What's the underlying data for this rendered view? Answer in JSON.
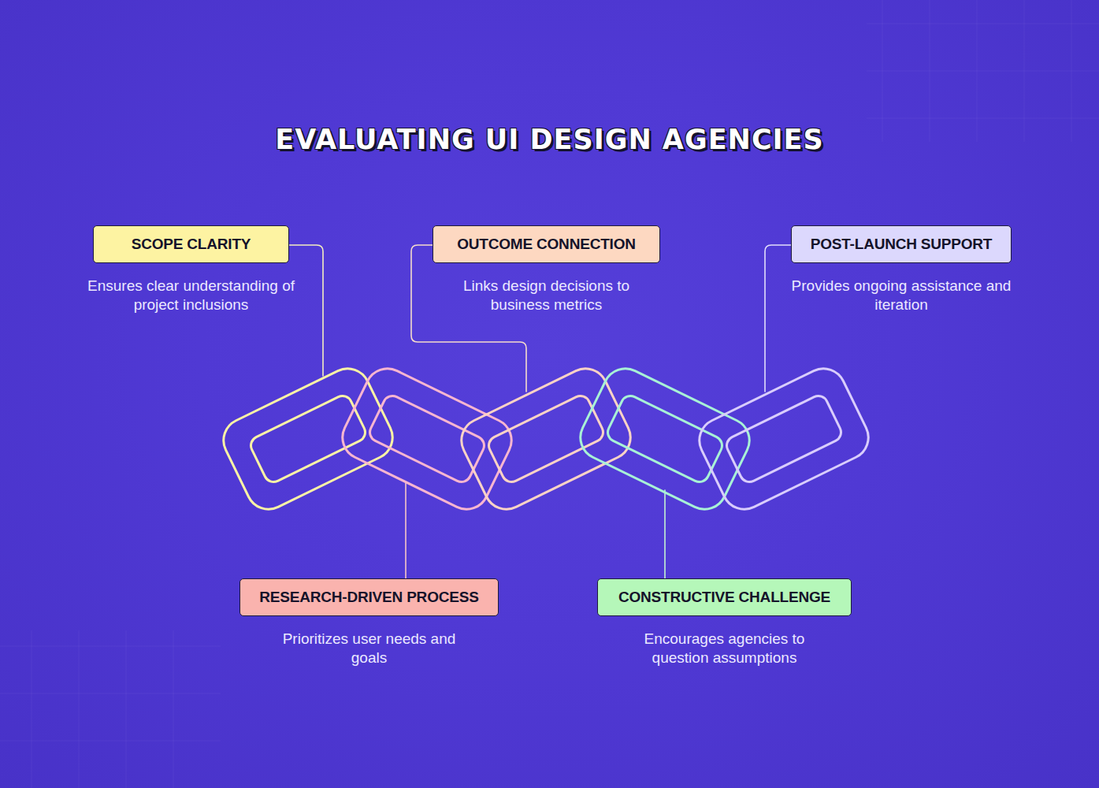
{
  "diagram": {
    "title": "EVALUATING UI DESIGN AGENCIES",
    "nodes": [
      {
        "text": [
          "SCOPE CLARITY",
          "Ensures clear understanding of project inclusions"
        ]
      },
      {
        "text": [
          "OUTCOME CONNECTION",
          "Links design decisions to business metrics"
        ]
      },
      {
        "text": [
          "POST-LAUNCH SUPPORT",
          "Provides ongoing assistance and iteration"
        ]
      },
      {
        "text": [
          "RESEARCH-DRIVEN PROCESS",
          "Prioritizes user needs and goals"
        ]
      },
      {
        "text": [
          "CONSTRUCTIVE CHALLENGE",
          "Encourages agencies to question assumptions"
        ]
      }
    ]
  }
}
